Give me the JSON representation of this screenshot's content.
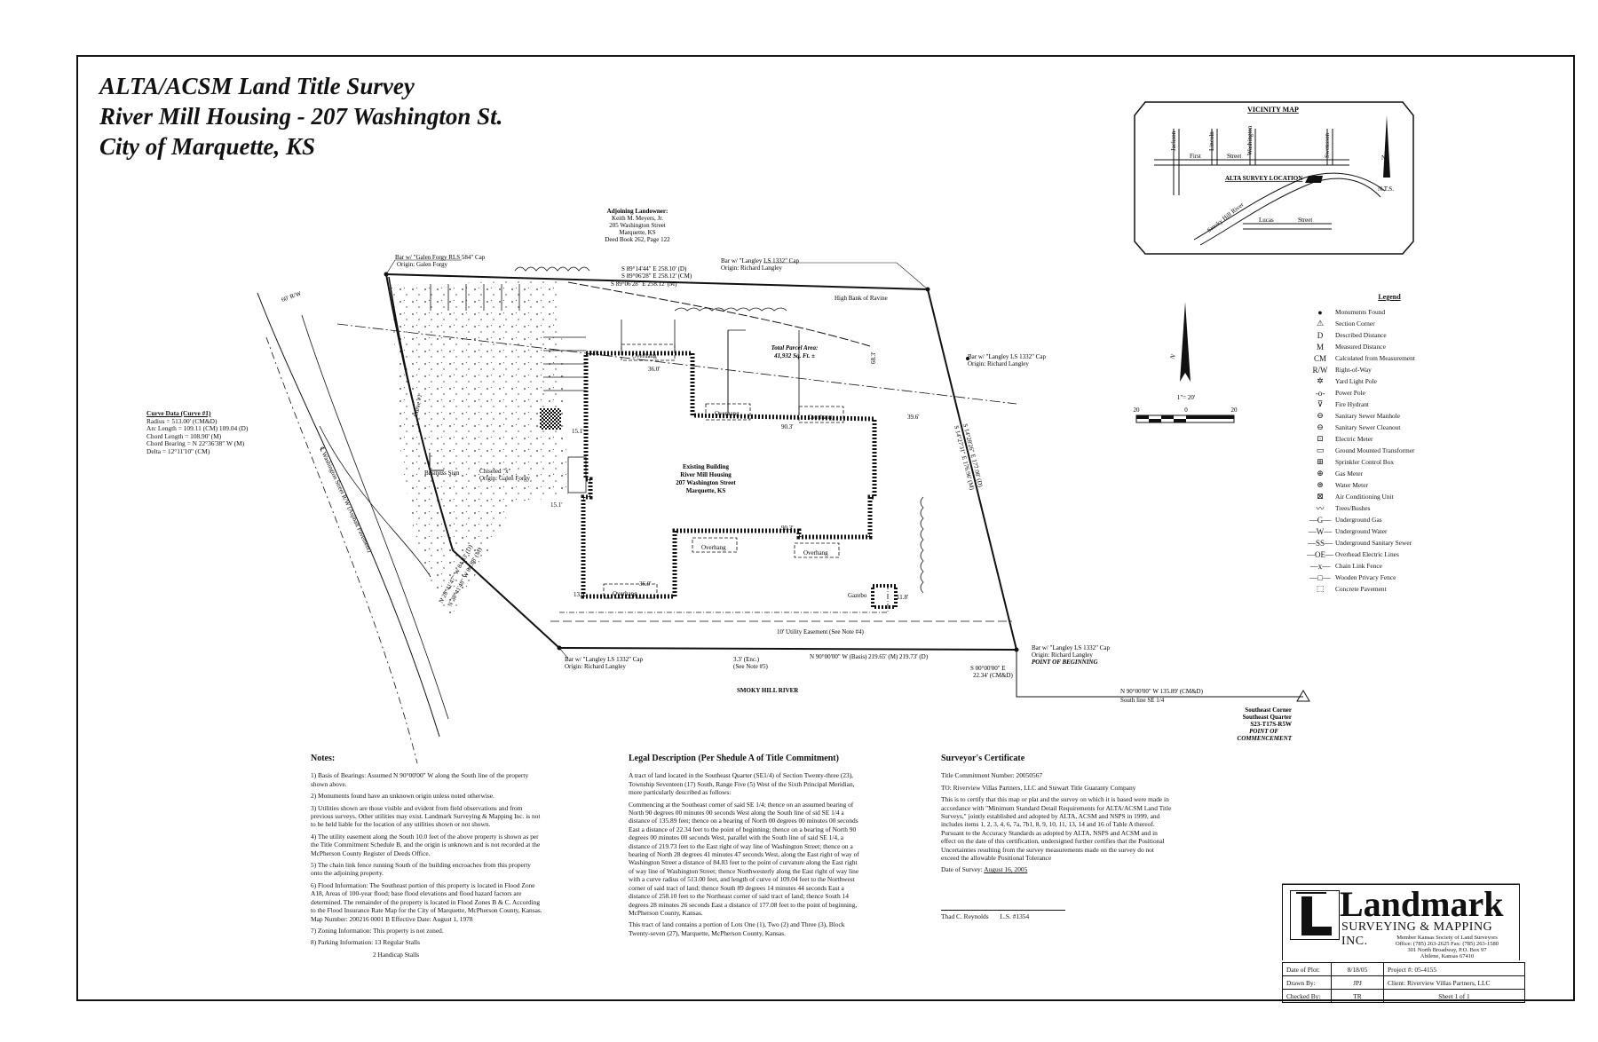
{
  "title": {
    "line1": "ALTA/ACSM Land Title Survey",
    "line2": "River Mill Housing - 207 Washington St.",
    "line3": "City of Marquette, KS"
  },
  "vicinity": {
    "heading": "VICINITY MAP",
    "streets": {
      "jackson": "Jackson",
      "lincoln": "Lincoln",
      "washington": "Washington",
      "swensson": "Swensson",
      "first": "First",
      "street1": "Street",
      "lucas": "Lucas",
      "street2": "Street",
      "river": "Smoky Hill River"
    },
    "location_label": "ALTA SURVEY LOCATION",
    "nts": "N.T.S."
  },
  "adjoining": {
    "line1": "Adjoining Landowner:",
    "line2": "Keith M. Meyers, Jr.",
    "line3": "205 Washington Street",
    "line4": "Marquette, KS",
    "line5": "Deed Book 262, Page 122"
  },
  "plat": {
    "bar_nw": "Bar w/ \"Galen Forgy RLS 584\" Cap",
    "bar_nw_origin": "Origin: Galen Forgy",
    "bar_ne": "Bar w/ \"Langley LS 1332\" Cap",
    "bar_ne_origin": "Origin: Richard Langley",
    "bar_e": "Bar w/ \"Langley LS 1332\" Cap",
    "bar_e_origin": "Origin: Richard Langley",
    "bar_sw": "Bar w/ \"Langley LS 1332\" Cap",
    "bar_sw_origin": "Origin: Richard Langley",
    "bar_se": "Bar w/ \"Langley LS 1332\" Cap",
    "bar_se_origin": "Origin: Richard Langley",
    "pob": "POINT OF BEGINNING",
    "north_line_d": "S 89°14'44\" E  258.10' (D)",
    "north_line_cm": "S 89°06'28\" E  258.12' (CM)",
    "north_line_m": "S 89°06'28\" E  258.12' (M)",
    "ravine": "High Bank of Ravine",
    "area_label": "Total Parcel Area:",
    "area_value": "41,932 Sq. Ft. ±",
    "building_1": "Existing Building",
    "building_2": "River Mill Housing",
    "building_3": "207 Washington Street",
    "building_4": "Marquette, KS",
    "overhang": "Overhang",
    "gazebo": "Gazebo",
    "chiseled": "Chiseled \"x\"",
    "chiseled_origin": "Origin: Galen Forgy",
    "business_sign": "Business Sign",
    "curve_label": "Curve #1",
    "rw_label": "60' R/W",
    "washington_label": "℄ Washington Street R/W (Asphalt Pavement)",
    "east_line_d": "S 14°28'26\" E  177.08' (D)",
    "east_line_m": "S 14°27'31\" E  176.96' (M)",
    "west_line_d": "N 28°41'47\" W  84.83' (D)",
    "west_line_m": "N 28°41'48\" W  84.88' (M)",
    "utility_easement": "10' Utility Easement (See Note #4)",
    "south_line": "N 90°00'00\" W (Basis)  219.65' (M)  219.73' (D)",
    "fence_note": "3.3' (Enc.)",
    "fence_note2": "(See Note #5)",
    "s_line": "S 00°00'00\" E",
    "s_dist": "22.34' (CM&D)",
    "smoky": "SMOKY HILL RIVER",
    "commencement_line": "N 90°00'00\" W  135.89' (CM&D)",
    "south_line_se": "South line SE 1/4",
    "se_corner_1": "Southeast Corner",
    "se_corner_2": "Southeast Quarter",
    "se_corner_3": "S23-T17S-R5W",
    "se_corner_4": "POINT OF",
    "se_corner_5": "COMMENCEMENT",
    "dims": {
      "d1": "36.0'",
      "d2": "90.3'",
      "d3": "90.3'",
      "d4": "36.0'",
      "d5": "13.0'",
      "d6": "13.0'",
      "d7": "15.1'",
      "d8": "15.1'",
      "d9": "39.6'",
      "d10": "68.3'",
      "d11": "11.8'"
    }
  },
  "scale": {
    "label": "1\"= 20'",
    "left": "20",
    "mid": "0",
    "right": "20"
  },
  "curve_data": {
    "heading": "Curve Data (Curve #1)",
    "radius": "Radius = 513.00' (CM&D)",
    "arc": "Arc Length = 109.11 (CM)  109.04 (D)",
    "chord": "Chord Length = 108.90' (M)",
    "bearing": "Chord Bearing = N 22°36'38\" W (M)",
    "delta": "Delta = 12°11'10\" (CM)"
  },
  "legend": {
    "heading": "Legend",
    "items": [
      {
        "sym": "●",
        "label": "Monuments Found"
      },
      {
        "sym": "⚠",
        "label": "Section Corner"
      },
      {
        "sym": "D",
        "label": "Described Distance"
      },
      {
        "sym": "M",
        "label": "Measured Distance"
      },
      {
        "sym": "CM",
        "label": "Calculated from Measurement"
      },
      {
        "sym": "R/W",
        "label": "Right-of-Way"
      },
      {
        "sym": "✲",
        "label": "Yard Light Pole"
      },
      {
        "sym": "-o-",
        "label": "Power Pole"
      },
      {
        "sym": "⊽",
        "label": "Fire Hydrant"
      },
      {
        "sym": "⊖",
        "label": "Sanitary Sewer Manhole"
      },
      {
        "sym": "⊖",
        "label": "Sanitary Sewer Cleanout"
      },
      {
        "sym": "⊡",
        "label": "Electric Meter"
      },
      {
        "sym": "▭",
        "label": "Ground Mounted Transformer"
      },
      {
        "sym": "⊞",
        "label": "Sprinkler Control Box"
      },
      {
        "sym": "⊕",
        "label": "Gas Meter"
      },
      {
        "sym": "⊜",
        "label": "Water Meter"
      },
      {
        "sym": "⊠",
        "label": "Air Conditioning Unit"
      },
      {
        "sym": "〰",
        "label": "Trees/Bushes"
      },
      {
        "sym": "—G—",
        "label": "Underground Gas"
      },
      {
        "sym": "—W—",
        "label": "Underground Water"
      },
      {
        "sym": "—SS—",
        "label": "Underground Sanitary Sewer"
      },
      {
        "sym": "—OE—",
        "label": "Overhead Electric Lines"
      },
      {
        "sym": "—x—",
        "label": "Chain Link Fence"
      },
      {
        "sym": "—□—",
        "label": "Wooden Privacy Fence"
      },
      {
        "sym": "⬚",
        "label": "Concrete Pavement"
      }
    ]
  },
  "notes": {
    "heading": "Notes:",
    "items": [
      "1) Basis of Bearings:  Assumed N 90°00'00\" W along the South line of the property shown above.",
      "2) Monuments found have an unknown origin unless noted otherwise.",
      "3) Utilities shown are those visible and evident from field observations and from previous surveys.  Other utilities may exist.  Landmark Surveying & Mapping Inc. is not to be held liable for the location of any utilities shown or not shown.",
      "4) The utility easement along the South 10.0 feet of the above property is shown as per the Title Commitment Schedule B, and the origin is unknown and is not recorded at the McPherson County Register of Deeds Office.",
      "5) The chain link fence running South of the building encroaches from this property onto the adjoining property.",
      "6) Flood Information: The Southeast portion of this property is located in Flood Zone A18, Areas of 100-year flood; base flood elevations and flood hazard factors are determined. The remainder of the property is located in Flood Zones B & C. According to the Flood Insurance Rate Map for the City of Marquette, McPherson County, Kansas. Map Number: 200216 0001 B  Effective Date: August 1, 1978",
      "7) Zoning Information: This property is not zoned.",
      "8) Parking Information: 13 Regular Stalls",
      "2 Handicap Stalls"
    ]
  },
  "legal": {
    "heading": "Legal Description (Per Shedule A of Title Commitment)",
    "p1": "A tract of land located in the Southeast Quarter (SE1/4) of Section Twenty-three (23), Township Seventeen (17) South, Range Five (5) West of the Sixth Principal Meridian, more particularly described as follows:",
    "p2": "Commencing at the Southeast corner of said SE 1/4; thence on an assumed bearing of North 90 degrees 00 minutes 00 seconds West along the South line of sid SE 1/4 a distance of 135.89 feet; thence on a bearing of North 00 degrees 00 minutes 00 seconds East a distance of 22.34 feet to the point of beginning; thence on a bearing of North 90 degrees 00 minutes 00 seconds West, parallel with the South line of said SE 1/4, a distance of 219.73 feet to the East right of way line of Washington Street; thence on a bearing of North 28 degrees 41 minutes 47 seconds West, along the East right of way of Washington Street a distance of 84.83 feet to the point of curvature along the East right of way line of Washington Street; thence Northwesterly along the East right of way line with a curve radius of 513.00 feet, and length of curve of 109.04 feet to the Northwest corner of said tract of land; thence South 89 degrees 14 minutes 44 seconds East a distance of 258.10 feet to the Northeast corner of said tract of land; thence South 14 degrees 28 minutes 26 seconds East a distance of 177.08 feet to the point of beginning, McPherson County, Kansas.",
    "p3": "This tract of land contains a portion of Lots One (1), Two (2) and Three (3), Block Twenty-seven (27), Marquette, McPherson County, Kansas."
  },
  "certificate": {
    "heading": "Surveyor's Certificate",
    "commitment": "Title Commitment Number: 20050567",
    "to": "TO: Riverview Villas Partners, LLC and Stewart Title Guaranty Company",
    "body": "This is to certify that this map or plat and the survey on which it is based were made in accordance with \"Minimum Standard Detail Requirements for ALTA/ACSM Land Title Surveys,\" jointly established and adopted by ALTA, ACSM and NSPS in 1999, and includes items 1, 2, 3, 4, 6, 7a, 7b1, 8, 9, 10, 11, 13, 14 and 16 of Table A thereof. Pursuant to the Accuracy Standards as adopted by ALTA, NSPS and ACSM and in effect on the date of this certification, undersigned further certifies that the Positional Uncertainties resulting from the survey measurements made on the survey do not exceed the allowable Positional Tolerance",
    "date_label": "Date of Survey:",
    "date_value": "August 16, 2005",
    "signer": "Thad C. Reynolds",
    "license": "L.S. #1354"
  },
  "firm": {
    "name": "Landmark",
    "sub": "SURVEYING & MAPPING INC.",
    "member": "Member Kansas Society of Land Surveyors",
    "office": "Office: (785) 263-2625  Fax: (785) 263-1580",
    "address": "301 North Broadway, P.O. Box 97",
    "city": "Abilene, Kansas 67410"
  },
  "titleblock": {
    "date_label": "Date of Plot:",
    "date_value": "8/18/05",
    "project_label": "Project #:",
    "project_value": "05-4155",
    "drawn_label": "Drawn By:",
    "drawn_value": "JPJ",
    "client_label": "Client:",
    "client_value": "Riverview Villas Partners, LLC",
    "checked_label": "Checked By:",
    "checked_value": "TR",
    "sheet": "Sheet 1 of 1"
  }
}
